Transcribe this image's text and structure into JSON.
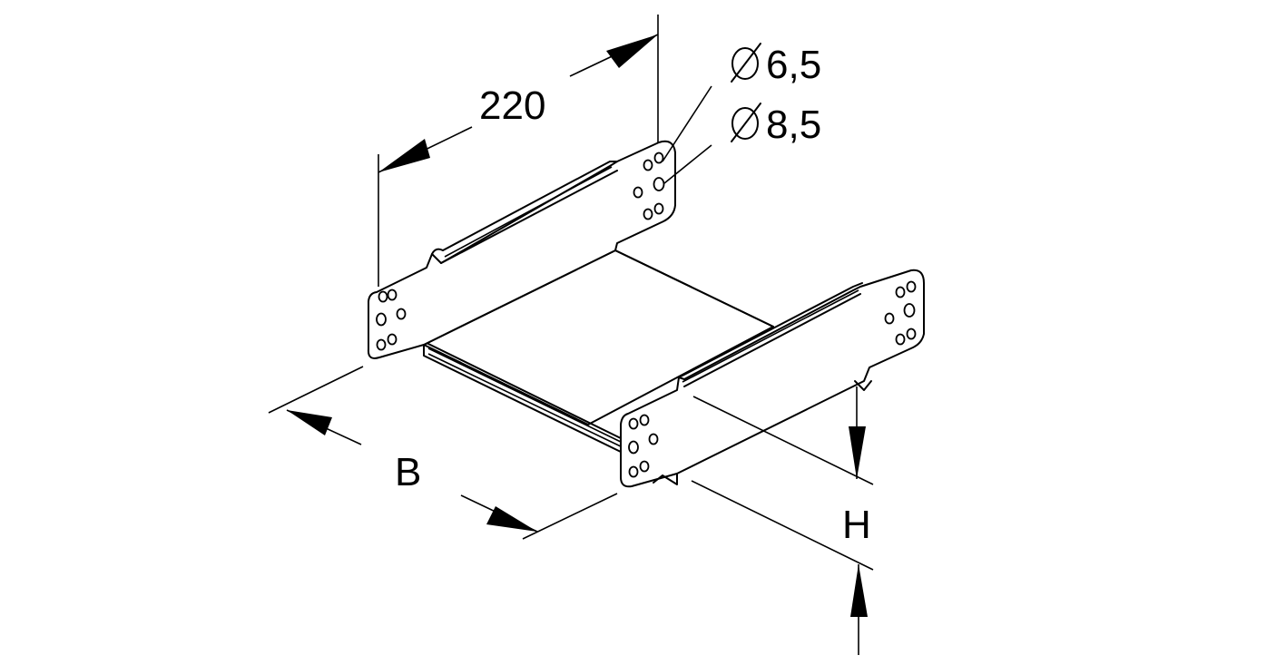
{
  "diagram": {
    "dimension_length": "220",
    "hole_small": "6,5",
    "hole_large": "8,5",
    "diameter_symbol": "Ø",
    "width_label": "B",
    "height_label": "H"
  }
}
